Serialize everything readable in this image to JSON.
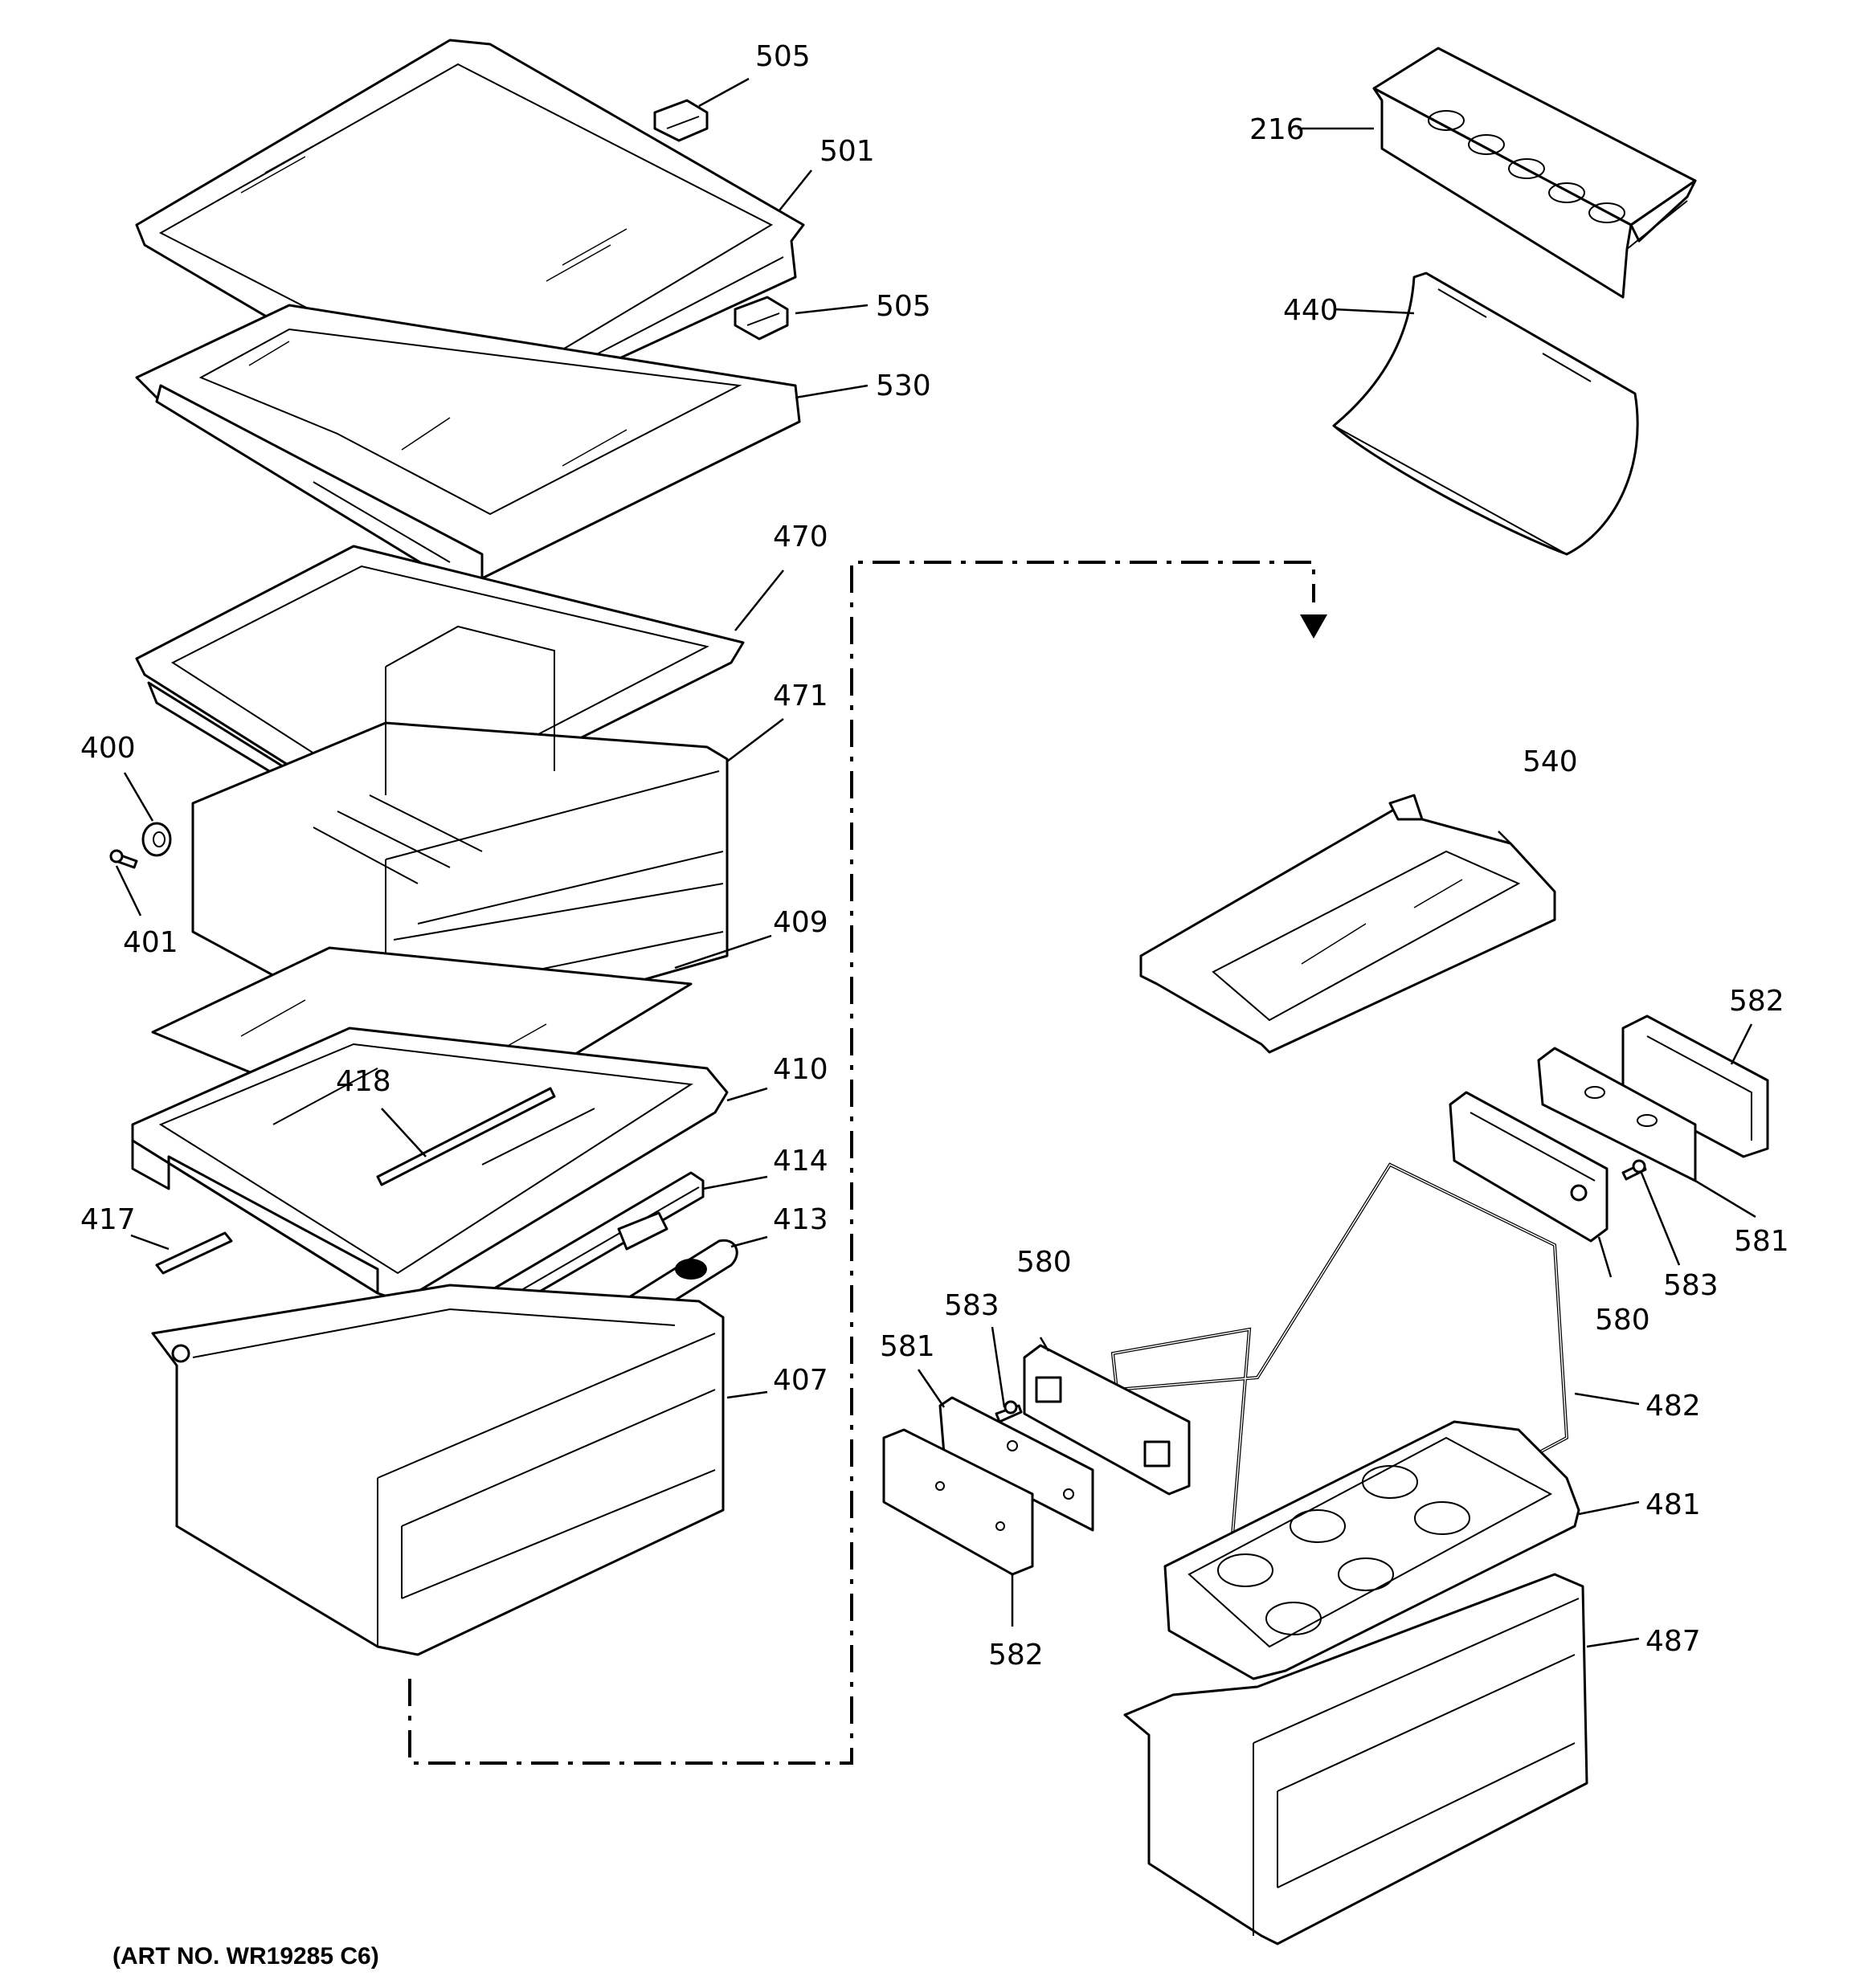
{
  "labels": {
    "p505a": "505",
    "p501": "501",
    "p505b": "505",
    "p530": "530",
    "p216": "216",
    "p440": "440",
    "p470": "470",
    "p471": "471",
    "p400": "400",
    "p401": "401",
    "p409": "409",
    "p418": "418",
    "p410": "410",
    "p414": "414",
    "p417": "417",
    "p413": "413",
    "p407": "407",
    "p540": "540",
    "p582a": "582",
    "p581a": "581",
    "p583a": "583",
    "p580a": "580",
    "p580b": "580",
    "p583b": "583",
    "p581b": "581",
    "p482": "482",
    "p481": "481",
    "p487": "487",
    "p582b": "582"
  },
  "art_number": "(ART NO. WR19285 C6)"
}
